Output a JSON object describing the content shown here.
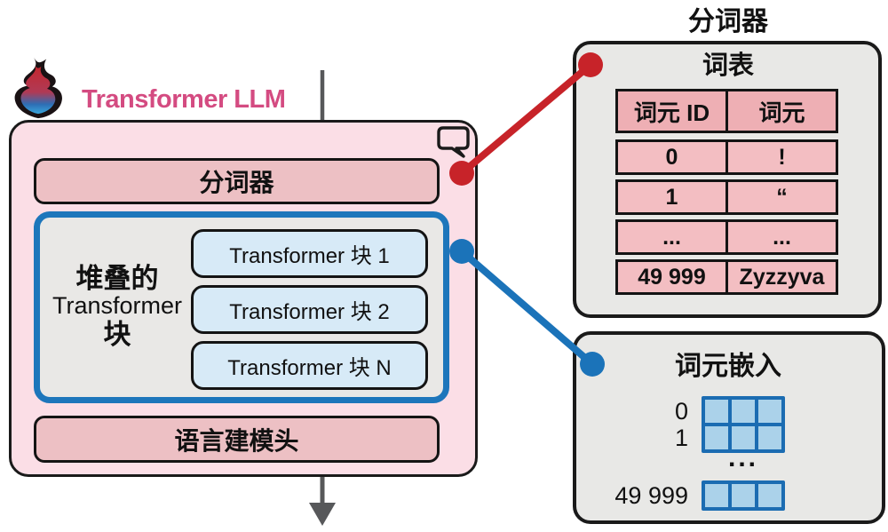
{
  "logo": {
    "title": "Transformer LLM",
    "icon": "flame-icon"
  },
  "diagram": {
    "tokenizer_bar": "分词器",
    "stack_label": {
      "line1": "堆叠的",
      "line2": "Transformer",
      "line3": "块"
    },
    "blocks": [
      "Transformer 块 1",
      "Transformer 块 2",
      "Transformer 块 N"
    ],
    "lm_head_bar": "语言建模头"
  },
  "vocab_panel": {
    "title": "分词器",
    "subtitle": "词表",
    "headers": [
      "词元 ID",
      "词元"
    ],
    "rows": [
      [
        "0",
        "!"
      ],
      [
        "1",
        "“"
      ],
      [
        "...",
        "..."
      ],
      [
        "49 999",
        "Zyzzyva"
      ]
    ]
  },
  "embedding_panel": {
    "title": "词元嵌入",
    "row_labels": [
      "0",
      "1"
    ],
    "ellipsis": "...",
    "last_row_label": "49 999"
  },
  "colors": {
    "accent_red": "#c72329",
    "accent_blue": "#1b73b9",
    "logo_pink": "#d44b81",
    "main_box_pink": "#fbdee6",
    "bar_pink": "#edc0c4",
    "table_header_pink": "#eeafb4",
    "table_cell_pink": "#f3bec2",
    "block_blue": "#d7eaf7",
    "embed_cell_blue": "#abd2ea",
    "arrow_gray": "#57585a"
  }
}
